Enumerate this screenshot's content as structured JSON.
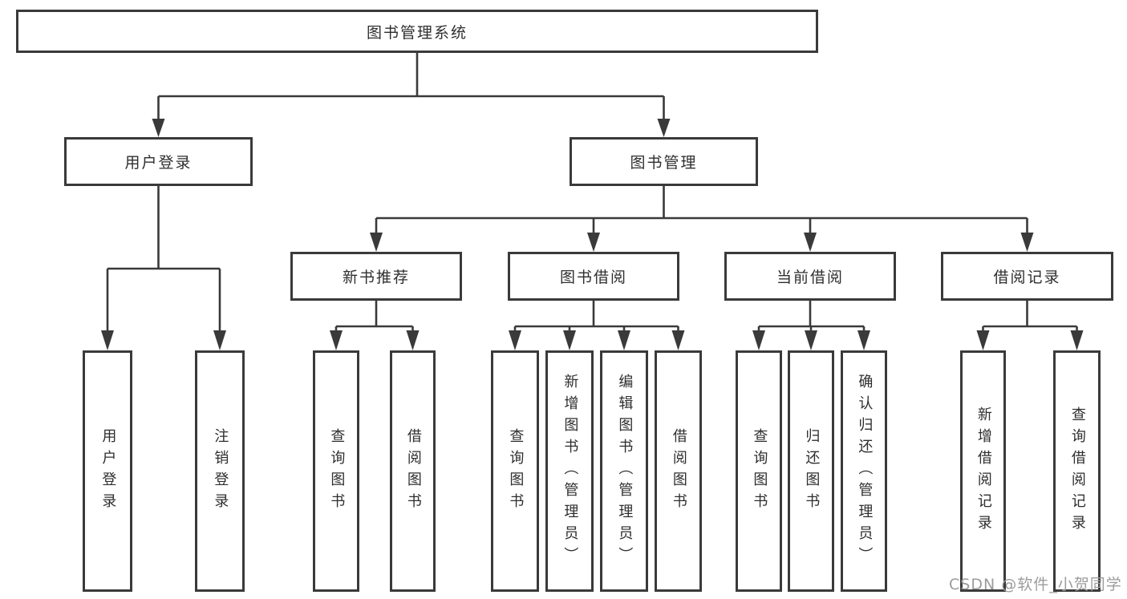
{
  "colors": {
    "line": "#3a3a3a",
    "text": "#2e2e2e",
    "background": "#ffffff",
    "watermark": "#9c9c9c"
  },
  "tree": {
    "root": {
      "label": "图书管理系统"
    },
    "branches": [
      {
        "label": "用户登录",
        "children": [
          {
            "label": "用户登录"
          },
          {
            "label": "注销登录"
          }
        ]
      },
      {
        "label": "图书管理",
        "children": [
          {
            "label": "新书推荐",
            "children": [
              {
                "label": "查询图书"
              },
              {
                "label": "借阅图书"
              }
            ]
          },
          {
            "label": "图书借阅",
            "children": [
              {
                "label": "查询图书"
              },
              {
                "label": "新增图书（管理员）"
              },
              {
                "label": "编辑图书（管理员）"
              },
              {
                "label": "借阅图书"
              }
            ]
          },
          {
            "label": "当前借阅",
            "children": [
              {
                "label": "查询图书"
              },
              {
                "label": "归还图书"
              },
              {
                "label": "确认归还（管理员）"
              }
            ]
          },
          {
            "label": "借阅记录",
            "children": [
              {
                "label": "新增借阅记录"
              },
              {
                "label": "查询借阅记录"
              }
            ]
          }
        ]
      }
    ]
  },
  "watermark": {
    "text": "CSDN @软件_小贺同学"
  }
}
